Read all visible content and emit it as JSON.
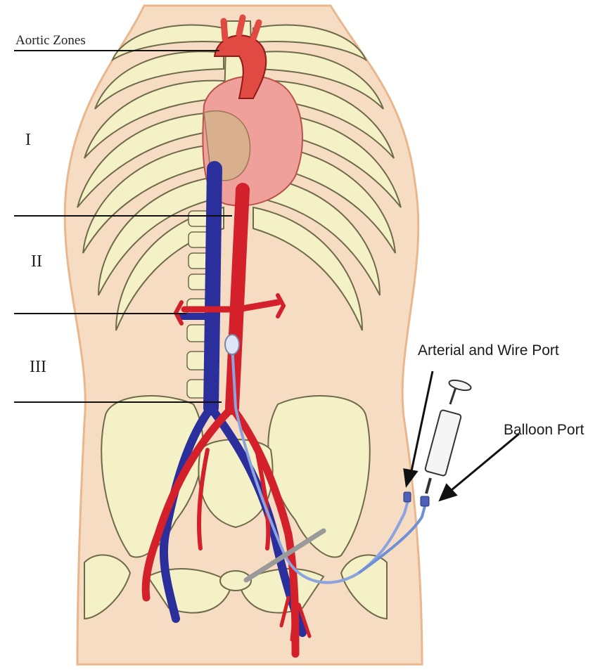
{
  "title": "Aortic Zones",
  "zones": [
    {
      "label": "I"
    },
    {
      "label": "II"
    },
    {
      "label": "III"
    }
  ],
  "callouts": {
    "arterial_port": "Arterial and Wire Port",
    "balloon_port": "Balloon Port"
  },
  "colors": {
    "skin": "#f6dcc2",
    "bone": "#f4f1c6",
    "artery": "#d3202a",
    "vein": "#2a2f9c",
    "heart": "#e77a72",
    "catheter": "#6f8fd6"
  }
}
